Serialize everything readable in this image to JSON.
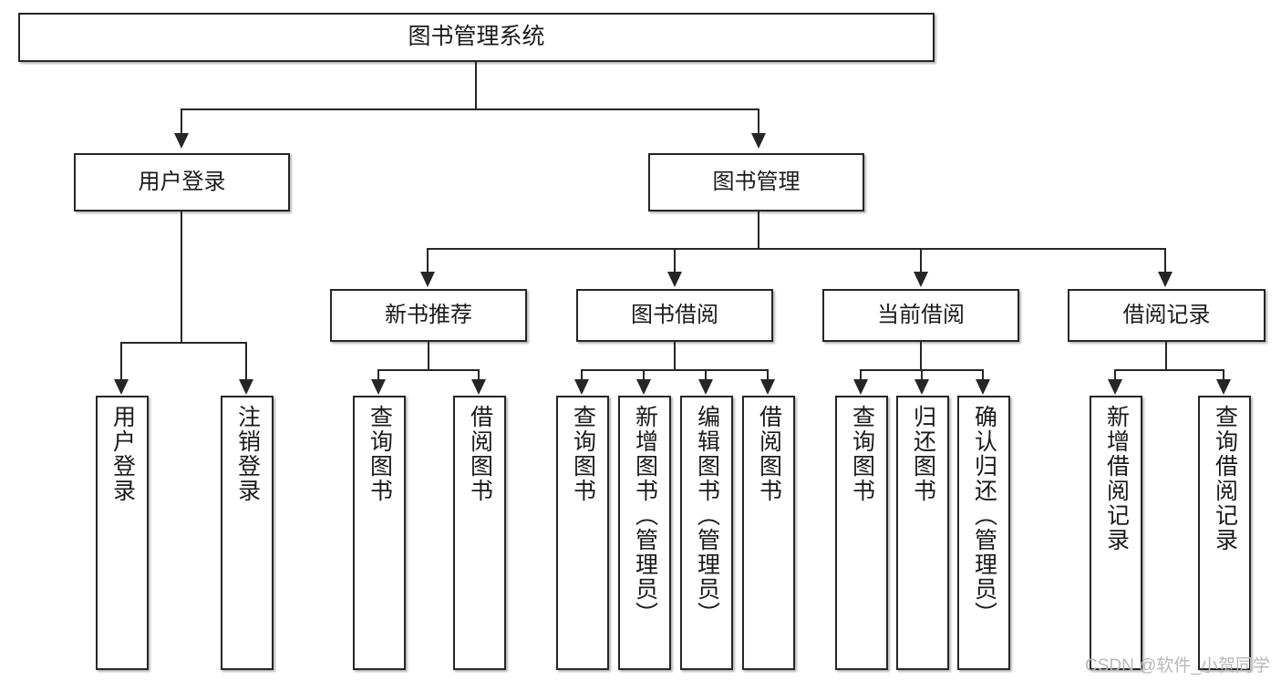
{
  "diagram": {
    "title": "图书管理系统",
    "type": "tree-hierarchy-chart",
    "root": {
      "label": "图书管理系统"
    },
    "level2": [
      {
        "label": "用户登录"
      },
      {
        "label": "图书管理"
      }
    ],
    "level3": [
      {
        "label": "新书推荐"
      },
      {
        "label": "图书借阅"
      },
      {
        "label": "当前借阅"
      },
      {
        "label": "借阅记录"
      }
    ],
    "leaves": {
      "user_login": [
        {
          "label": "用户登录"
        },
        {
          "label": "注销登录"
        }
      ],
      "new_book_recommend": [
        {
          "label": "查询图书"
        },
        {
          "label": "借阅图书"
        }
      ],
      "book_borrow": [
        {
          "label": "查询图书"
        },
        {
          "label": "新增图书（管理员）"
        },
        {
          "label": "编辑图书（管理员）"
        },
        {
          "label": "借阅图书"
        }
      ],
      "current_borrow": [
        {
          "label": "查询图书"
        },
        {
          "label": "归还图书"
        },
        {
          "label": "确认归还（管理员）"
        }
      ],
      "borrow_record": [
        {
          "label": "新增借阅记录"
        },
        {
          "label": "查询借阅记录"
        }
      ]
    }
  },
  "watermark": {
    "text": "CSDN @软件_小贺同学"
  },
  "colors": {
    "border": "#262626",
    "fill": "#ffffff",
    "text": "#1a1a1a",
    "watermark": "#b8b8b8"
  }
}
